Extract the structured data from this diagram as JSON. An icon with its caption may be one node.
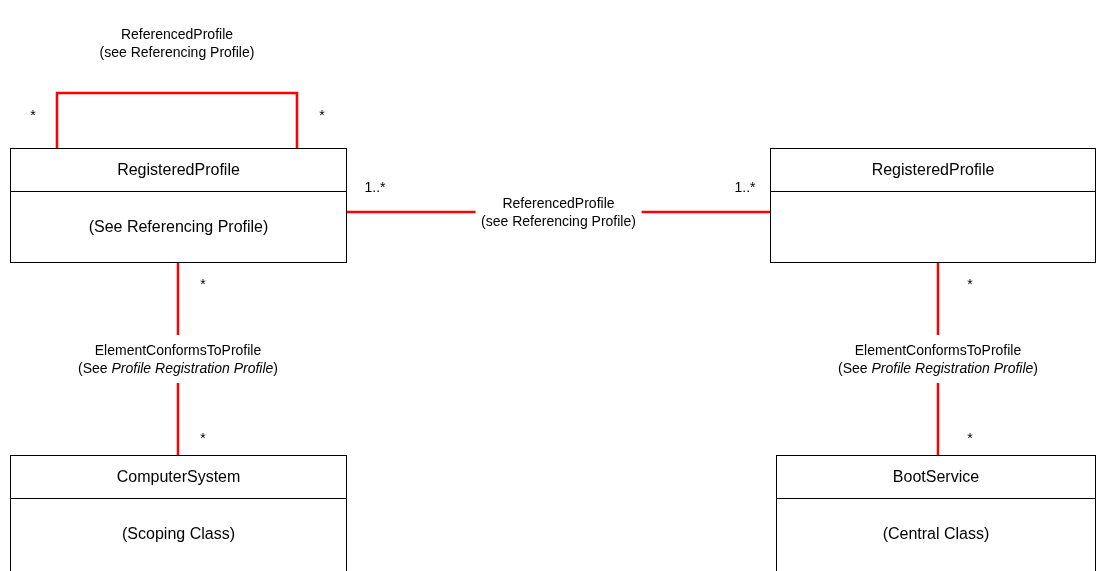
{
  "diagram": {
    "nodes": [
      {
        "text": [
          "RegisteredProfile",
          "(See Referencing Profile)"
        ]
      },
      {
        "text": [
          "RegisteredProfile"
        ]
      },
      {
        "text": [
          "ComputerSystem",
          "(Scoping Class)"
        ]
      },
      {
        "text": [
          "BootService",
          "(Central Class)"
        ]
      }
    ],
    "edges": [
      {
        "from": 0,
        "to": 0,
        "arrow": "none",
        "label": "ReferencedProfile (see Referencing Profile)"
      },
      {
        "from": 0,
        "to": 1,
        "arrow": "none",
        "label": "ReferencedProfile (see Referencing Profile)"
      },
      {
        "from": 0,
        "to": 2,
        "arrow": "none",
        "label": "ElementConformsToProfile (See *Profile Registration Profile*)"
      },
      {
        "from": 1,
        "to": 3,
        "arrow": "none",
        "label": "ElementConformsToProfile (See *Profile Registration Profile*)"
      }
    ],
    "labels": [
      "*",
      "*",
      "1..*",
      "1..*",
      "*",
      "*",
      "*",
      "*"
    ]
  }
}
